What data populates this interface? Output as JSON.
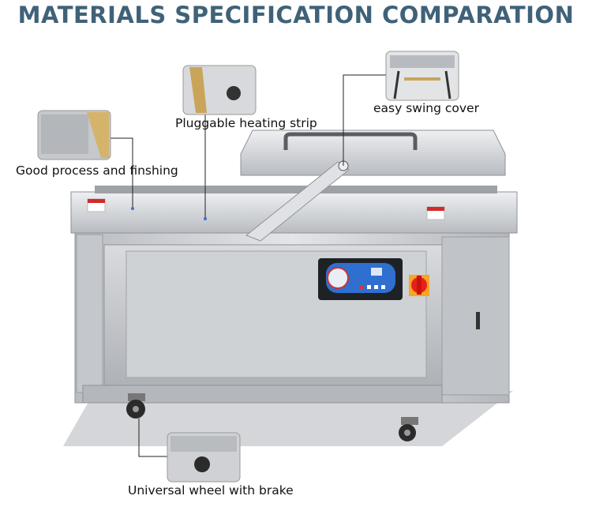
{
  "title": "MATERIALS SPECIFICATION COMPARATION",
  "callouts": [
    {
      "label": "Good process and finshing"
    },
    {
      "label": "Pluggable heating strip"
    },
    {
      "label": "easy swing cover"
    },
    {
      "label": "Universal wheel with brake"
    }
  ],
  "colors": {
    "title": "#3f6278",
    "steel": "#c9ccd0",
    "control_panel": "#2f6fd0",
    "switch": "#e8201a",
    "switch_base": "#f5a623"
  }
}
